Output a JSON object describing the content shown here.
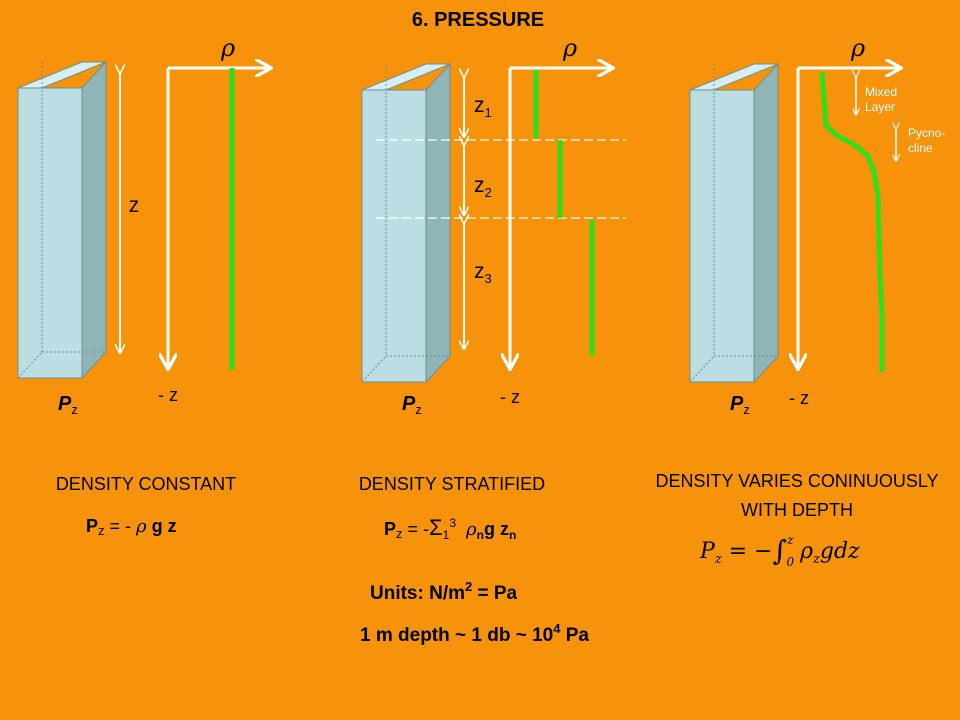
{
  "title": "6. PRESSURE",
  "symbols": {
    "rho": "ρ",
    "depth_axis": "- z",
    "pz_main": "P",
    "pz_sub": "z"
  },
  "panel1": {
    "depth_label": "z",
    "caption": "DENSITY CONSTANT",
    "eq": {
      "p": "P",
      "sub": "z",
      "rest1": " = - ",
      "rho": "ρ",
      "rest2": " g z"
    }
  },
  "panel2": {
    "layers": [
      {
        "z": "z",
        "n": "1"
      },
      {
        "z": "z",
        "n": "2"
      },
      {
        "z": "z",
        "n": "3"
      }
    ],
    "caption": "DENSITY STRATIFIED",
    "eq": {
      "p": "P",
      "sub": "z",
      "rest1": " = -",
      "sigma": "Σ",
      "lo": "1",
      "hi": "3",
      "rho": "ρ",
      "n1": "n",
      "g": "g z",
      "n2": "n"
    }
  },
  "panel3": {
    "mixed_1": "Mixed",
    "mixed_2": "Layer",
    "pycno_1": "Pycno-",
    "pycno_2": "cline",
    "caption_1": "DENSITY VARIES CONINUOUSLY",
    "caption_2": "WITH DEPTH",
    "eq": {
      "lhs_p": "P",
      "lhs_sub": "z",
      "eq": " = −",
      "int": "∫",
      "hi": "z",
      "lo": "0",
      "rho": "ρ",
      "rho_sub": "z",
      "tail": "gdz"
    }
  },
  "units": {
    "line1_a": "Units: N/m",
    "line1_sup": "2",
    "line1_b": " = Pa",
    "line2_a": "1 m depth ~ 1 db ~ 10",
    "line2_sup": "4",
    "line2_b": " Pa"
  },
  "colors": {
    "background": "#F7930A",
    "profile": "#2EE01B",
    "column_front": "#BBDDE3",
    "column_side": "#8FB5B6",
    "column_top": "#D6EEF1",
    "axis": "#FFFFFF"
  }
}
